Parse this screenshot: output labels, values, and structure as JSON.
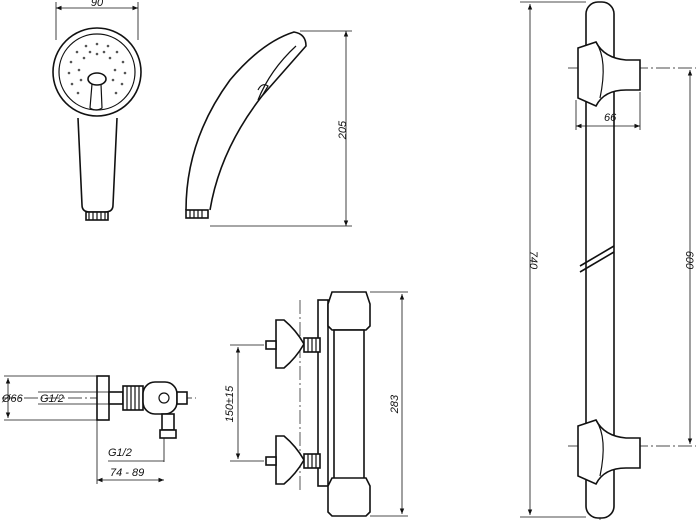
{
  "labels": {
    "handshower_width": "90",
    "handshower_length": "205",
    "bar_spacing": "66",
    "rail_total": "740",
    "rail_centres": "600",
    "rosette_diameter": "Ø66",
    "thread_top": "G1/2",
    "thread_bottom": "G1/2",
    "projection": "74 - 89",
    "inlet_centres": "150±15",
    "valve_height": "283"
  }
}
